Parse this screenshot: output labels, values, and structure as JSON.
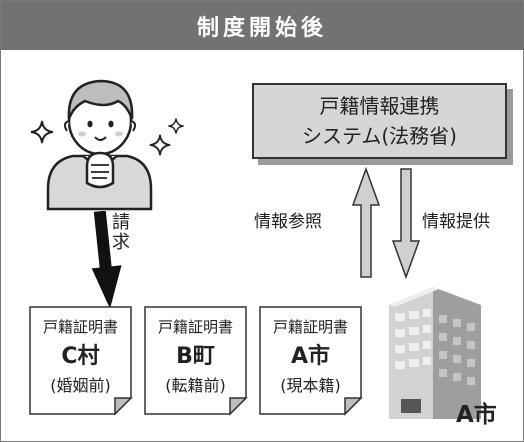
{
  "header": {
    "title": "制度開始後"
  },
  "system_box": {
    "line1": "戸籍情報連携",
    "line2": "システム(法務省)"
  },
  "labels": {
    "reference": "情報参照",
    "provision": "情報提供",
    "request_line1": "請",
    "request_line2": "求",
    "city": "A市"
  },
  "certificates": [
    {
      "title": "戸籍証明書",
      "place": "C村",
      "note": "(婚姻前)"
    },
    {
      "title": "戸籍証明書",
      "place": "B町",
      "note": "(転籍前)"
    },
    {
      "title": "戸籍証明書",
      "place": "A市",
      "note": "(現本籍)"
    }
  ],
  "icons": {
    "person": "person-icon",
    "sparkle": "sparkle-icon",
    "building": "office-building-icon",
    "arrow_down": "arrow-down-icon",
    "arrow_up": "arrow-up-icon"
  }
}
